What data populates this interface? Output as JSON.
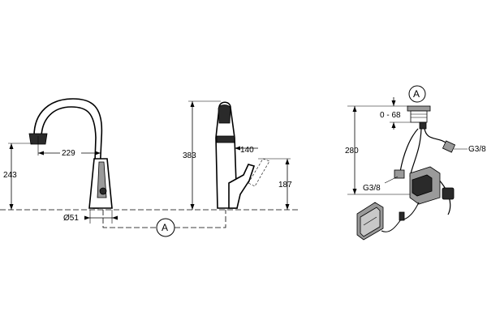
{
  "labels": {
    "left_height": "243",
    "left_reach": "229",
    "left_base_diameter": "Ø51",
    "mid_height": "383",
    "mid_pullout": "140",
    "mid_spout_height": "187",
    "right_range": "0 - 68",
    "right_depth": "280",
    "right_thread_upper": "G3/8",
    "right_thread_lower": "G3/8",
    "detail_callout_bottom": "A",
    "detail_callout_top": "A"
  }
}
